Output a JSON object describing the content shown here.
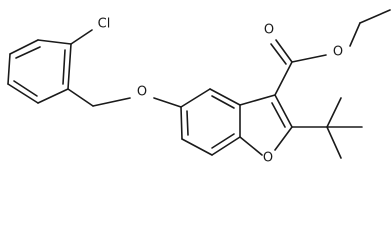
{
  "molecule": {
    "atom_labels": {
      "chlorine": "Cl",
      "ether_oxygen": "O",
      "ester_carbonyl_oxygen": "O",
      "ester_alkoxy_oxygen": "O",
      "furan_oxygen": "O"
    },
    "colors": {
      "bond": "#1a1a1a",
      "label": "#1a1a1a",
      "background": "#ffffff"
    }
  }
}
